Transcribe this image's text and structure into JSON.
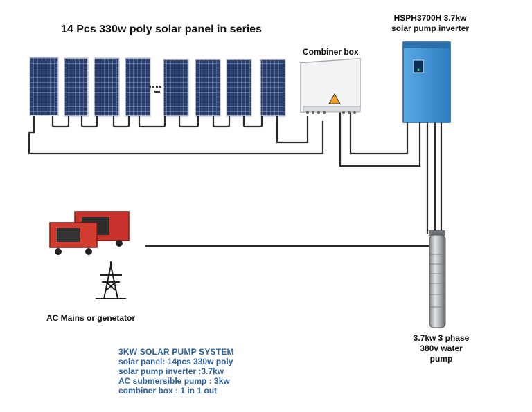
{
  "title": "14 Pcs 330w poly solar panel in series",
  "combiner_label": "Combiner box",
  "inverter_label": {
    "line1": "HSPH3700H  3.7kw",
    "line2": "solar pump inverter"
  },
  "ac_label": "AC Mains or genetator",
  "pump_label": {
    "line1": "3.7kw 3 phase",
    "line2": "380v water",
    "line3": "pump"
  },
  "summary": {
    "title": "3KW SOLAR PUMP SYSTEM",
    "lines": [
      "solar panel: 14pcs 330w poly",
      "solar pump inverter :3.7kw",
      "AC submersible pump : 3kw",
      "combiner box : 1 in 1 out"
    ]
  },
  "colors": {
    "panel": "#2b3f6e",
    "panel_grid": "#8fa6cc",
    "inverter": "#3b8fd1",
    "wire": "#2a2a2a",
    "summary_text": "#2a5fa0",
    "generator": "#c8322a"
  }
}
